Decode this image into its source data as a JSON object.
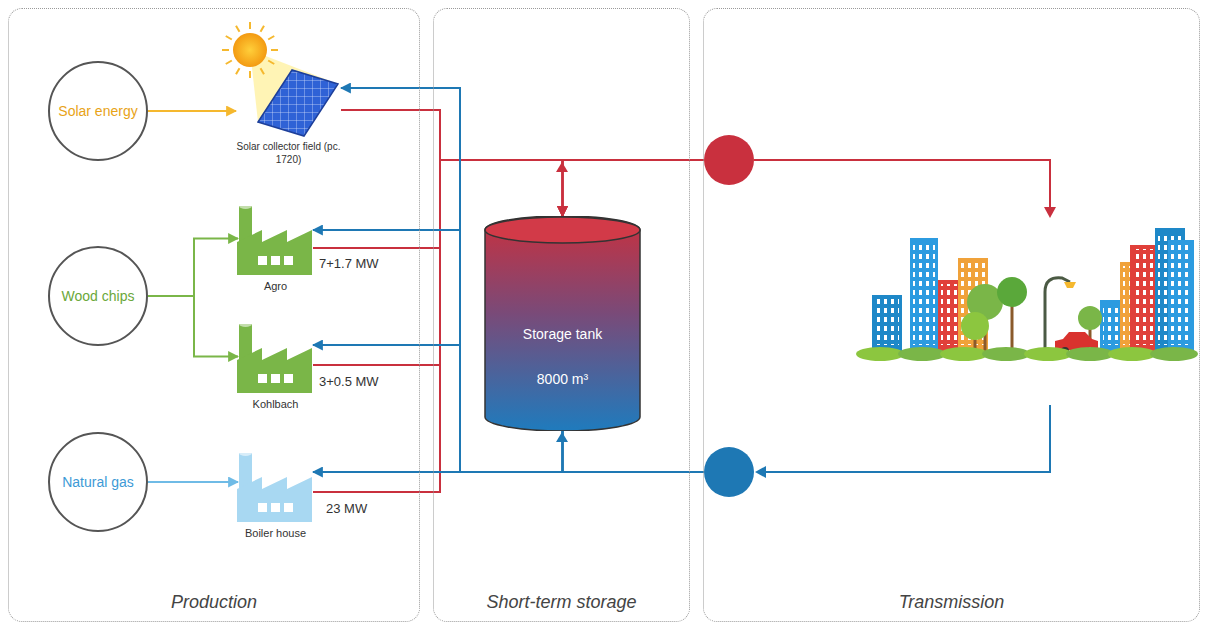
{
  "diagram": {
    "nodes": [
      {
        "text": [
          "Production"
        ]
      },
      {
        "text": [
          "Short-term storage"
        ]
      },
      {
        "text": [
          "Transmission"
        ]
      },
      {
        "text": [
          "Solar energy"
        ],
        "in": 0
      },
      {
        "text": [
          "Solar collector field (pc. 1720)"
        ],
        "in": 0
      },
      {
        "text": [
          "Wood chips"
        ],
        "in": 0
      },
      {
        "text": [
          "Agro",
          "7+1.7 MW"
        ],
        "in": 0
      },
      {
        "text": [
          "Kohlbach",
          "3+0.5 MW"
        ],
        "in": 0
      },
      {
        "text": [
          "Natural gas"
        ],
        "in": 0
      },
      {
        "text": [
          "Boiler house",
          "23 MW"
        ],
        "in": 0
      },
      {
        "text": [
          "Storage tank",
          "8000 m³"
        ],
        "in": 1
      }
    ],
    "edges": [
      {
        "from": 3,
        "to": 4,
        "arrow": "to"
      },
      {
        "from": 5,
        "to": 6,
        "arrow": "to"
      },
      {
        "from": 5,
        "to": 7,
        "arrow": "to"
      },
      {
        "from": 8,
        "to": 9,
        "arrow": "to"
      },
      {
        "from": 4,
        "to": 10,
        "arrow": "to"
      },
      {
        "from": 6,
        "to": 10,
        "arrow": "to"
      },
      {
        "from": 7,
        "to": 10,
        "arrow": "to"
      },
      {
        "from": 9,
        "to": 10,
        "arrow": "to"
      },
      {
        "from": 10,
        "to": 4,
        "arrow": "to"
      },
      {
        "from": 10,
        "to": 6,
        "arrow": "to"
      },
      {
        "from": 10,
        "to": 7,
        "arrow": "to"
      },
      {
        "from": 10,
        "to": 9,
        "arrow": "to"
      }
    ]
  }
}
